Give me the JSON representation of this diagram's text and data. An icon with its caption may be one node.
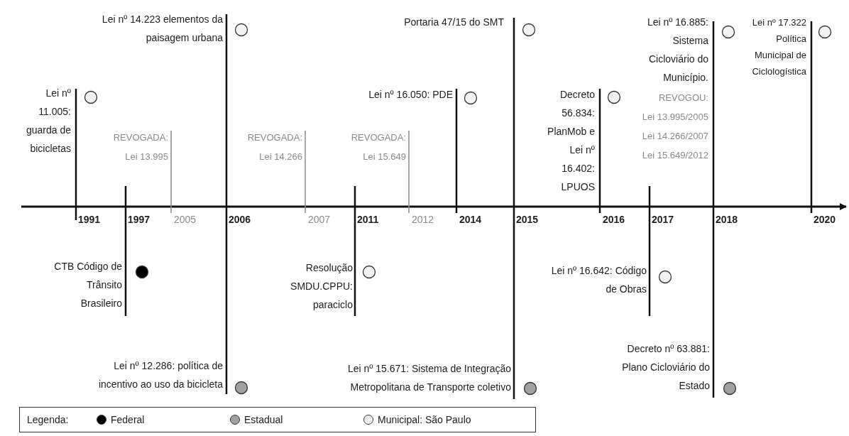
{
  "diagram": {
    "labels": [
      "Lei nº 14.223 elementos da paisagem urbana",
      "Portaria 47/15 do SMT",
      "Lei nº 16.885: Sistema Cicloviário do Município.",
      "Lei nº 17.322 Política Municipal de Ciclologística",
      "Lei nº 11.005: guarda de bicicletas",
      "Lei nº 16.050: PDE",
      "Decreto 56.834: PlanMob e Lei nº 16.402: LPUOS",
      "REVOGOU:",
      "Lei 13.995/2005",
      "Lei 14.266/2007",
      "Lei 15.649/2012",
      "REVOGADA: Lei 13.995",
      "REVOGADA: Lei 14.266",
      "REVOGADA: Lei 15.649",
      "1991",
      "1997",
      "2005",
      "2006",
      "2007",
      "2011",
      "2012",
      "2014",
      "2015",
      "2016",
      "2017",
      "2018",
      "2020",
      "CTB Código de Trânsito Brasileiro",
      "Resolução SMDU.CPPU: paraciclo",
      "Lei nº 16.642: Código de Obras",
      "Lei nº 12.286: política de incentivo ao uso da bicicleta",
      "Lei nº 15.671: Sistema de Integração Metropolitana de Transporte coletivo",
      "Decreto nº 63.881: Plano Cicloviário do Estado",
      "Legenda:"
    ],
    "legend": [
      {
        "text": "Federal",
        "color": "#000000"
      },
      {
        "text": "Estadual",
        "color": "#a0a0a0"
      },
      {
        "text": "Municipal: São Paulo",
        "color": "#f2f2f2"
      }
    ]
  }
}
